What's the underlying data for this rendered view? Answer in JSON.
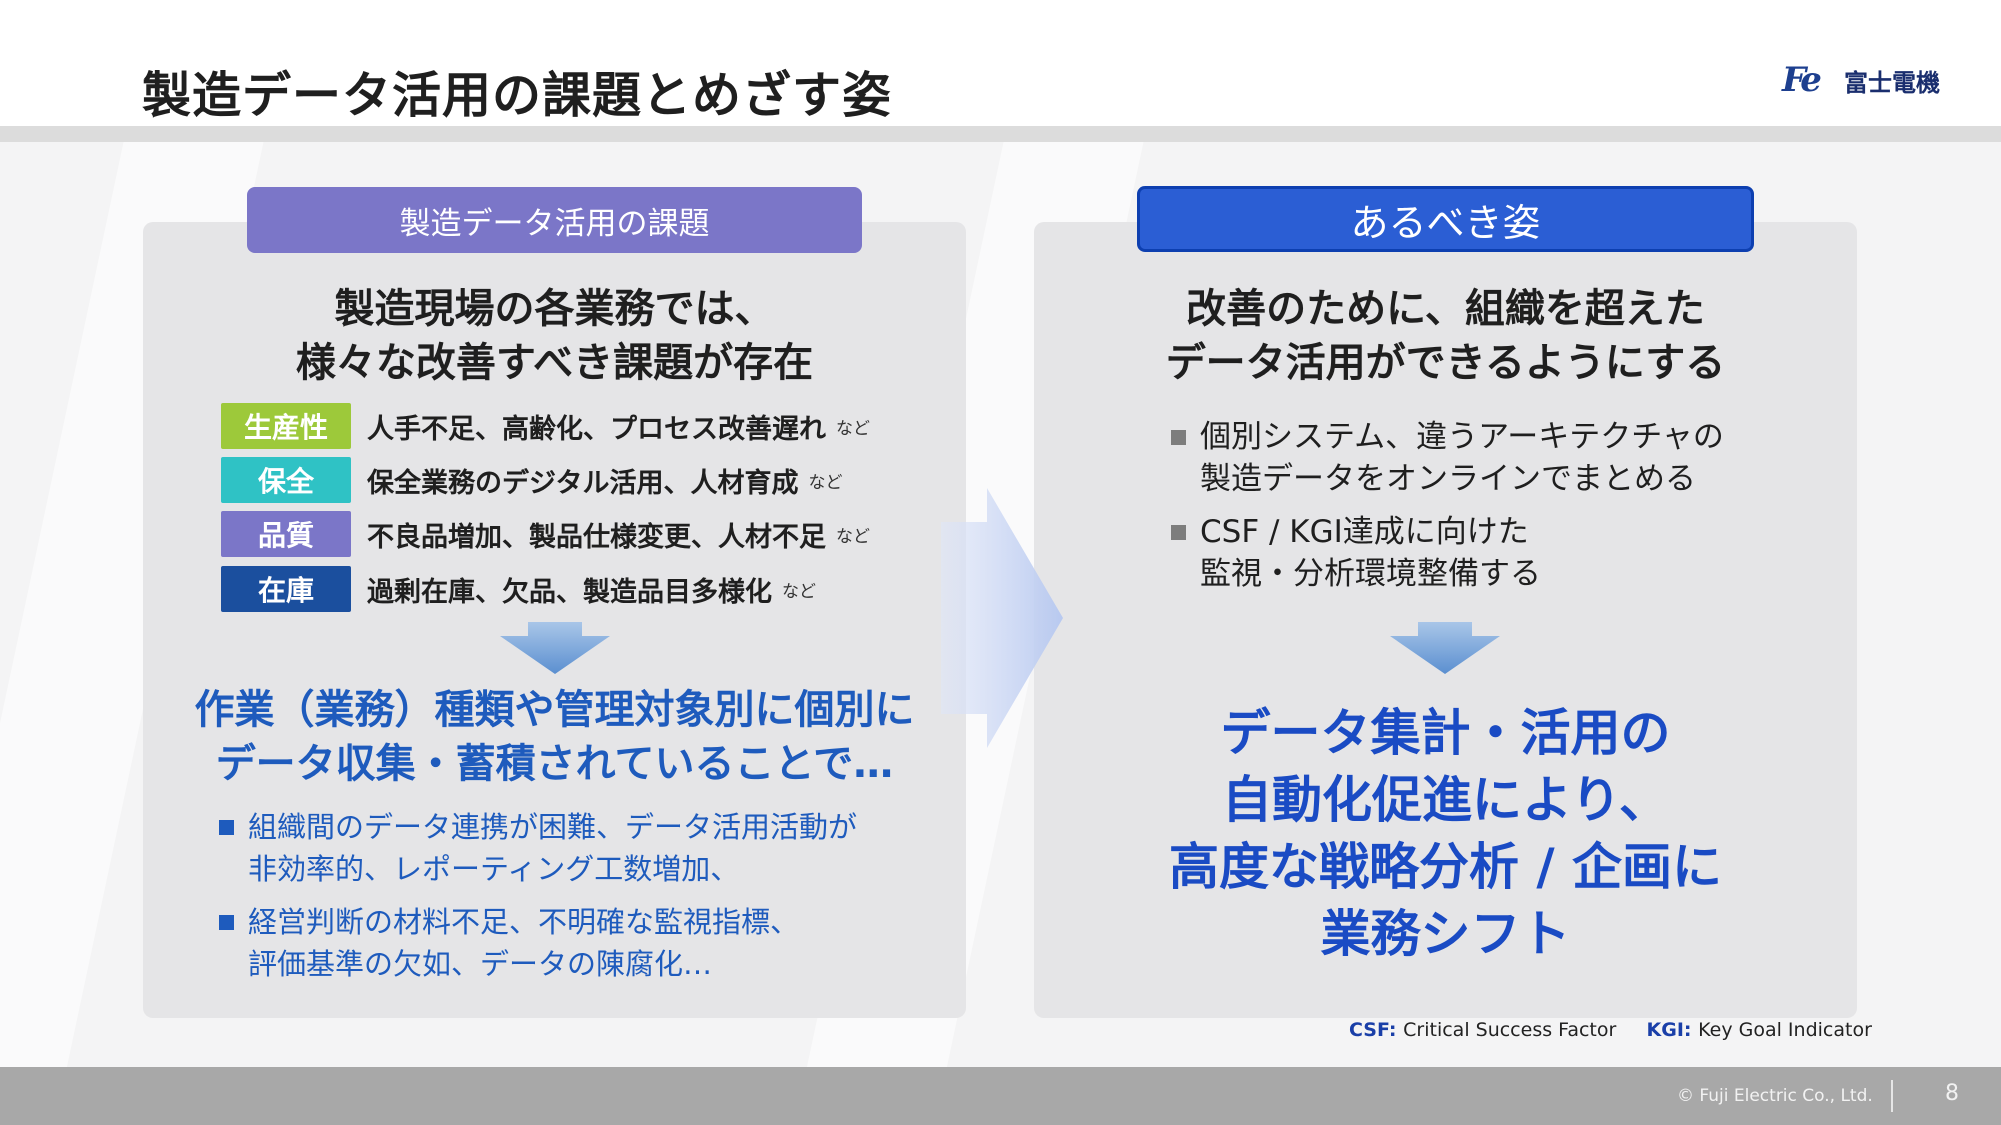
{
  "page": {
    "title": "製造データ活用の課題とめざす姿",
    "page_number": "8",
    "copyright": "© Fuji Electric Co., Ltd."
  },
  "logo": {
    "mark": "Fe",
    "text": "富士電機"
  },
  "left_panel": {
    "pill_label": "製造データ活用の課題",
    "headline": [
      "製造現場の各業務では、",
      "様々な改善すべき課題が存在"
    ],
    "issues": [
      {
        "tag": "生産性",
        "text": "人手不足、高齢化、プロセス改善遅れ",
        "note": "など",
        "color": "#9dc93a"
      },
      {
        "tag": "保全",
        "text": "保全業務のデジタル活用、人材育成",
        "note": "など",
        "color": "#2fc2c5"
      },
      {
        "tag": "品質",
        "text": "不良品増加、製品仕様変更、人材不足",
        "note": "など",
        "color": "#7b76c8"
      },
      {
        "tag": "在庫",
        "text": "過剰在庫、欠品、製造品目多様化",
        "note": "など",
        "color": "#1b4f9e"
      }
    ],
    "conclusion": [
      "作業（業務）種類や管理対象別に個別に",
      "データ収集・蓄積されていることで…"
    ],
    "bullets": [
      [
        "組織間のデータ連携が困難、データ活用活動が",
        "非効率的、レポーティング工数増加、"
      ],
      [
        "経営判断の材料不足、不明確な監視指標、",
        "評価基準の欠如、データの陳腐化…"
      ]
    ]
  },
  "right_panel": {
    "pill_label": "あるべき姿",
    "headline": [
      "改善のために、組織を超えた",
      "データ活用ができるようにする"
    ],
    "bullets": [
      [
        "個別システム、違うアーキテクチャの",
        "製造データをオンラインでまとめる"
      ],
      [
        "CSF / KGI達成に向けた",
        "監視・分析環境整備する"
      ]
    ],
    "result": [
      "データ集計・活用の",
      "自動化促進により、",
      "高度な戦略分析 / 企画に",
      "業務シフト"
    ]
  },
  "footnote": {
    "csf_key": "CSF",
    "csf_value": "Critical Success Factor",
    "kgi_key": "KGI",
    "kgi_value": "Key Goal Indicator"
  },
  "colors": {
    "accent_blue": "#1e5bbd",
    "pill_purple": "#7b76c8",
    "pill_blue": "#2b5ed4"
  }
}
